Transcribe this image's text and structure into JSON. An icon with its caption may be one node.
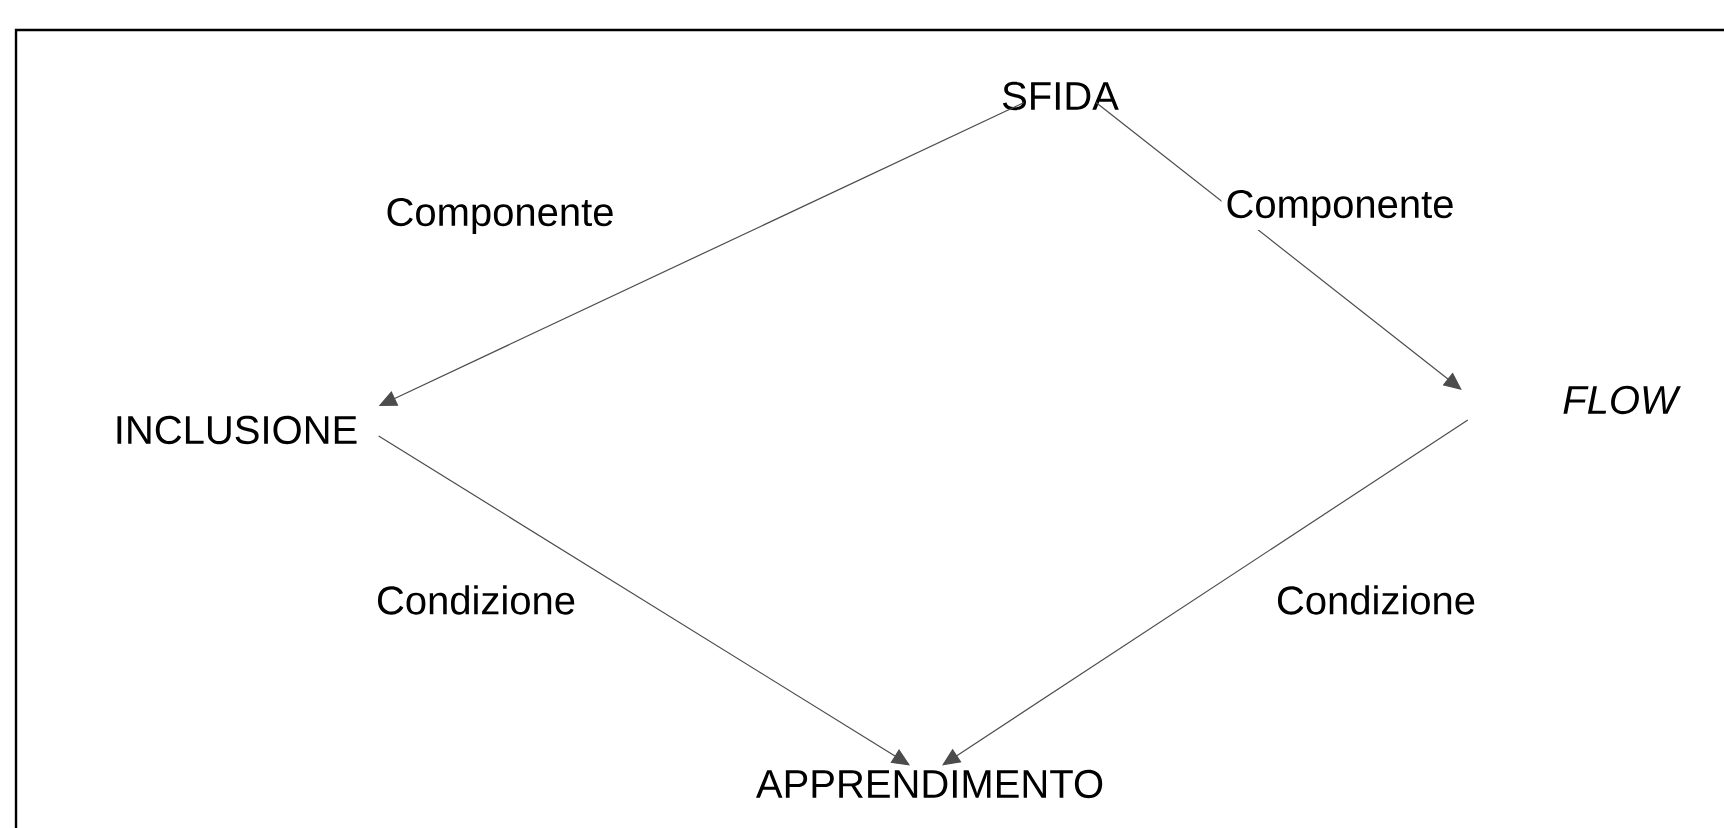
{
  "diagram": {
    "nodes": [
      {
        "text": [
          "SFIDA"
        ]
      },
      {
        "text": [
          "INCLUSIONE"
        ]
      },
      {
        "text": [
          "FLOW"
        ]
      },
      {
        "text": [
          "APPRENDIMENTO"
        ]
      }
    ],
    "edges": [
      {
        "from": 0,
        "to": 1,
        "arrow": "to",
        "label": "Componente"
      },
      {
        "from": 0,
        "to": 2,
        "arrow": "to",
        "label": "Componente"
      },
      {
        "from": 1,
        "to": 3,
        "arrow": "to",
        "label": "Condizione"
      },
      {
        "from": 2,
        "to": 3,
        "arrow": "to",
        "label": "Condizione"
      }
    ]
  }
}
